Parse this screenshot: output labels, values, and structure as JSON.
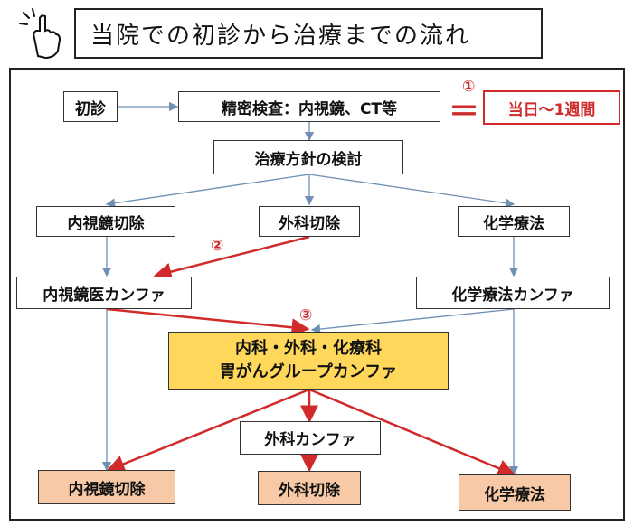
{
  "title": "当院での初診から治療までの流れ",
  "boxes": {
    "first_visit": "初診",
    "detailed_exam": "精密検査：内視鏡、CT等",
    "timeframe": "当日～1週間",
    "treatment_plan": "治療方針の検討",
    "endo_resection": "内視鏡切除",
    "surgery": "外科切除",
    "chemo": "化学療法",
    "endo_conference": "内視鏡医カンファ",
    "chemo_conference": "化学療法カンファ",
    "joint_line1": "内科・外科・化療科",
    "joint_line2": "胃がんグループカンファ",
    "surgery_conference": "外科カンファ",
    "final_endo": "内視鏡切除",
    "final_surgery": "外科切除",
    "final_chemo": "化学療法"
  },
  "markers": {
    "m1": "①",
    "m2": "②",
    "m3": "③",
    "equals": "＝"
  },
  "colors": {
    "accent_red": "#d12a2a",
    "highlight_yellow": "#ffd75a",
    "final_pink": "#f8c9a6",
    "arrow_blue": "#6f8fb3"
  }
}
